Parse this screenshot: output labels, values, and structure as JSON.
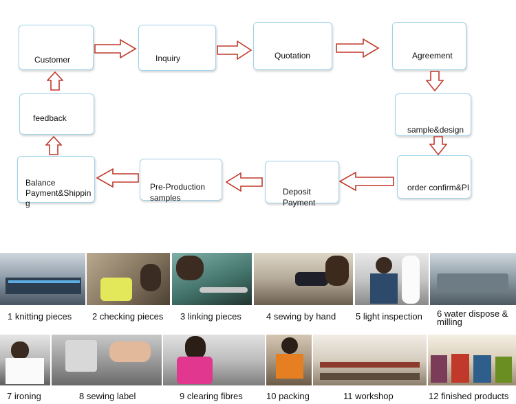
{
  "flow": {
    "customer": "Customer",
    "inquiry": "Inquiry",
    "quotation": "Quotation",
    "agreement": "Agreement",
    "sample_design": "sample&design",
    "order_confirm": "order confirm&PI",
    "deposit_payment": "Deposit\nPayment",
    "pre_production": "Pre-Production\nsamples",
    "balance_payment": "Balance\nPayment&Shippin\ng",
    "feedback": "feedback"
  },
  "steps": [
    {
      "label": "1 knitting pieces"
    },
    {
      "label": "2 checking pieces"
    },
    {
      "label": "3 linking pieces"
    },
    {
      "label": "4 sewing by hand"
    },
    {
      "label": "5 light inspection"
    },
    {
      "label": "6  water dispose &\n    milling"
    },
    {
      "label": "7 ironing"
    },
    {
      "label": "8 sewing label"
    },
    {
      "label": "9 clearing fibres"
    },
    {
      "label": "10 packing"
    },
    {
      "label": "11 workshop"
    },
    {
      "label": "12 finished products"
    }
  ],
  "colors": {
    "box_border": "#9fd3ea",
    "arrow_stroke": "#c0392b",
    "arrow_fill": "#ffffff"
  }
}
